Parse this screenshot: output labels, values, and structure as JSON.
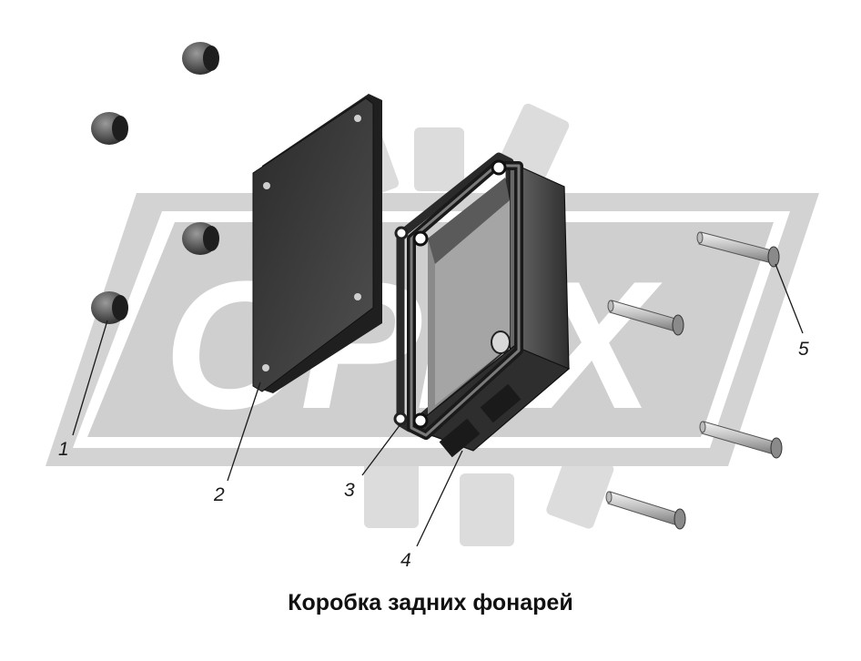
{
  "caption": "Коробка задних фонарей",
  "watermark": {
    "text": "OPEX",
    "color": "#d0d0d0"
  },
  "callouts": [
    {
      "id": "1",
      "label": "1"
    },
    {
      "id": "2",
      "label": "2"
    },
    {
      "id": "3",
      "label": "3"
    },
    {
      "id": "4",
      "label": "4"
    },
    {
      "id": "5",
      "label": "5"
    }
  ],
  "colors": {
    "part_dark": "#3a3a3a",
    "part_mid": "#5a5a5a",
    "part_light": "#9a9a9a",
    "line": "#1a1a1a",
    "watermark": "#d3d3d3"
  }
}
